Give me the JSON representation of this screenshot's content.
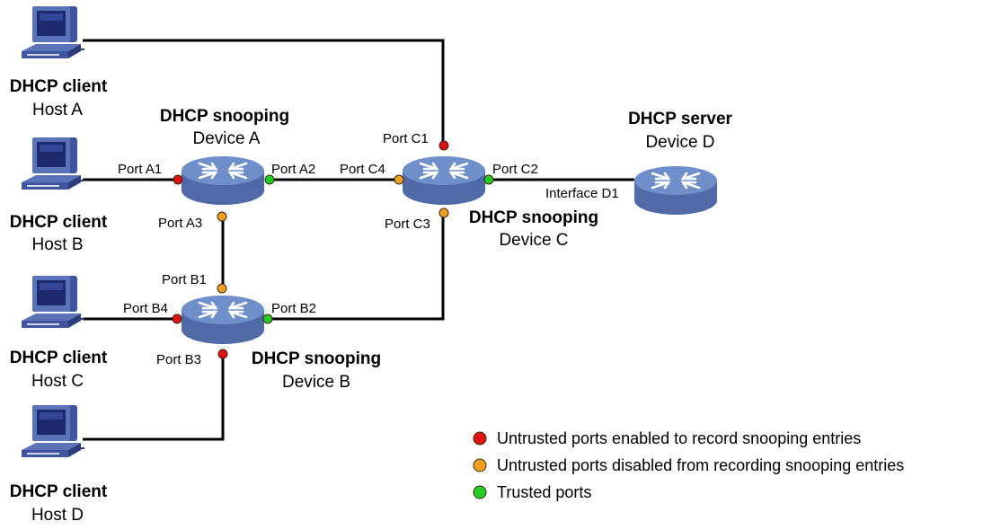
{
  "colors": {
    "untrusted_record": "#e01010",
    "untrusted_norecord": "#f0a020",
    "trusted": "#22cc22",
    "link": "#000000",
    "device_top": "#6f8fca",
    "device_side": "#4f6aa6",
    "host_body": "#5a72b8"
  },
  "hosts": {
    "a": {
      "role": "DHCP client",
      "name": "Host A"
    },
    "b": {
      "role": "DHCP client",
      "name": "Host B"
    },
    "c": {
      "role": "DHCP client",
      "name": "Host C"
    },
    "d": {
      "role": "DHCP client",
      "name": "Host D"
    }
  },
  "devices": {
    "a": {
      "role": "DHCP snooping",
      "name": "Device A"
    },
    "b": {
      "role": "DHCP snooping",
      "name": "Device B"
    },
    "c": {
      "role": "DHCP snooping",
      "name": "Device C"
    },
    "d": {
      "role": "DHCP server",
      "name": "Device D"
    }
  },
  "ports": {
    "a1": {
      "label": "Port A1",
      "type": "untrusted_record"
    },
    "a2": {
      "label": "Port A2",
      "type": "trusted"
    },
    "a3": {
      "label": "Port A3",
      "type": "untrusted_norecord"
    },
    "b1": {
      "label": "Port B1",
      "type": "untrusted_norecord"
    },
    "b2": {
      "label": "Port B2",
      "type": "trusted"
    },
    "b3": {
      "label": "Port B3",
      "type": "untrusted_record"
    },
    "b4": {
      "label": "Port B4",
      "type": "untrusted_record"
    },
    "c1": {
      "label": "Port C1",
      "type": "untrusted_record"
    },
    "c2": {
      "label": "Port C2",
      "type": "trusted"
    },
    "c3": {
      "label": "Port C3",
      "type": "untrusted_norecord"
    },
    "c4": {
      "label": "Port C4",
      "type": "untrusted_norecord"
    },
    "d1": {
      "label": "Interface D1"
    }
  },
  "legend": [
    {
      "text": "Untrusted ports enabled to record snooping entries",
      "type": "untrusted_record"
    },
    {
      "text": "Untrusted ports disabled from recording snooping entries",
      "type": "untrusted_norecord"
    },
    {
      "text": "Trusted ports",
      "type": "trusted"
    }
  ]
}
